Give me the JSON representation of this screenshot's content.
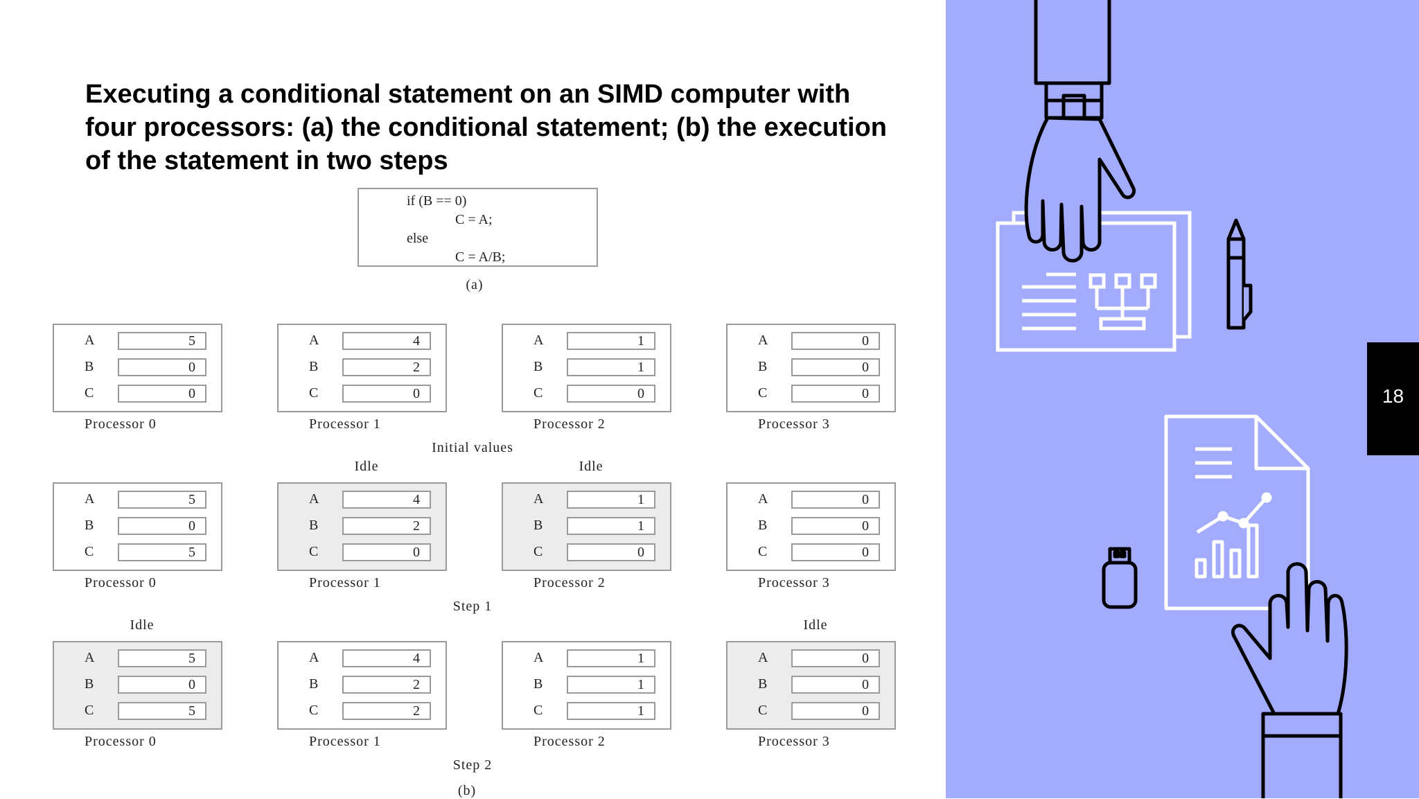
{
  "slide": {
    "title": "Executing a conditional statement on an SIMD computer with four processors: (a) the conditional statement; (b) the execution of the statement in two steps",
    "page_number": "18",
    "colors": {
      "side_panel": "#a3abfc",
      "page_tab": "#000000",
      "idle_fill": "#ececec"
    }
  },
  "figure": {
    "code": [
      "if (B == 0)",
      "C = A;",
      "else",
      "C = A/B;"
    ],
    "caption_a": "(a)",
    "caption_b": "(b)",
    "register_names": [
      "A",
      "B",
      "C"
    ],
    "idle_label": "Idle",
    "groups": [
      {
        "caption": "Initial values",
        "processors": [
          {
            "label": "Processor 0",
            "values": [
              "5",
              "0",
              "0"
            ],
            "idle": false
          },
          {
            "label": "Processor 1",
            "values": [
              "4",
              "2",
              "0"
            ],
            "idle": false
          },
          {
            "label": "Processor 2",
            "values": [
              "1",
              "1",
              "0"
            ],
            "idle": false
          },
          {
            "label": "Processor 3",
            "values": [
              "0",
              "0",
              "0"
            ],
            "idle": false
          }
        ]
      },
      {
        "caption": "Step 1",
        "processors": [
          {
            "label": "Processor 0",
            "values": [
              "5",
              "0",
              "5"
            ],
            "idle": false
          },
          {
            "label": "Processor 1",
            "values": [
              "4",
              "2",
              "0"
            ],
            "idle": true
          },
          {
            "label": "Processor 2",
            "values": [
              "1",
              "1",
              "0"
            ],
            "idle": true
          },
          {
            "label": "Processor 3",
            "values": [
              "0",
              "0",
              "0"
            ],
            "idle": false
          }
        ]
      },
      {
        "caption": "Step 2",
        "processors": [
          {
            "label": "Processor 0",
            "values": [
              "5",
              "0",
              "5"
            ],
            "idle": true
          },
          {
            "label": "Processor 1",
            "values": [
              "4",
              "2",
              "2"
            ],
            "idle": false
          },
          {
            "label": "Processor 2",
            "values": [
              "1",
              "1",
              "1"
            ],
            "idle": false
          },
          {
            "label": "Processor 3",
            "values": [
              "0",
              "0",
              "0"
            ],
            "idle": true
          }
        ]
      }
    ]
  },
  "illustration": {
    "icons": [
      "hand-top-icon",
      "folder-document-icon",
      "pen-icon",
      "report-document-icon",
      "usb-drive-icon",
      "hand-bottom-icon"
    ]
  }
}
